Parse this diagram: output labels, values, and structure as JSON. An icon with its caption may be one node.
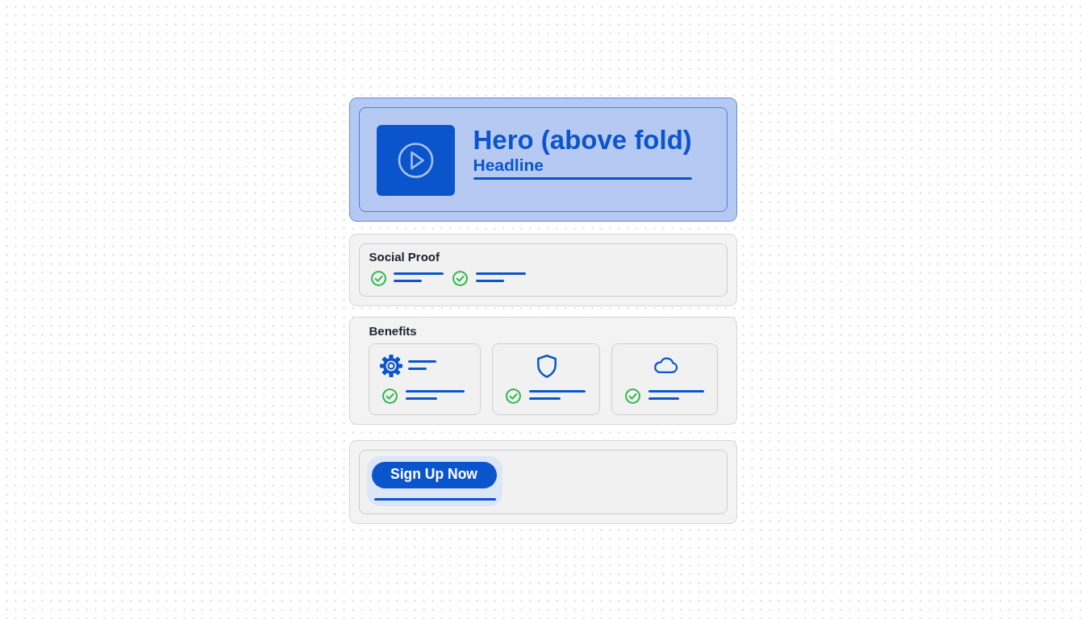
{
  "diagram": {
    "nodes": [
      {
        "text": [],
        "shape": "box"
      },
      {
        "text": [
          "Hero (above fold)",
          "Headline"
        ],
        "in": 0
      },
      {
        "text": [],
        "shape": "box"
      },
      {
        "text": [
          "Social Proof"
        ],
        "in": 2
      },
      {
        "text": [
          "Benefits"
        ]
      },
      {
        "text": [],
        "shape": "box",
        "in": 4
      },
      {
        "text": [],
        "shape": "box",
        "in": 4
      },
      {
        "text": [],
        "shape": "box",
        "in": 4
      },
      {
        "text": [],
        "shape": "box"
      },
      {
        "text": [],
        "shape": "box",
        "in": 8
      },
      {
        "text": [
          "Sign Up Now"
        ],
        "in": 9
      }
    ]
  }
}
